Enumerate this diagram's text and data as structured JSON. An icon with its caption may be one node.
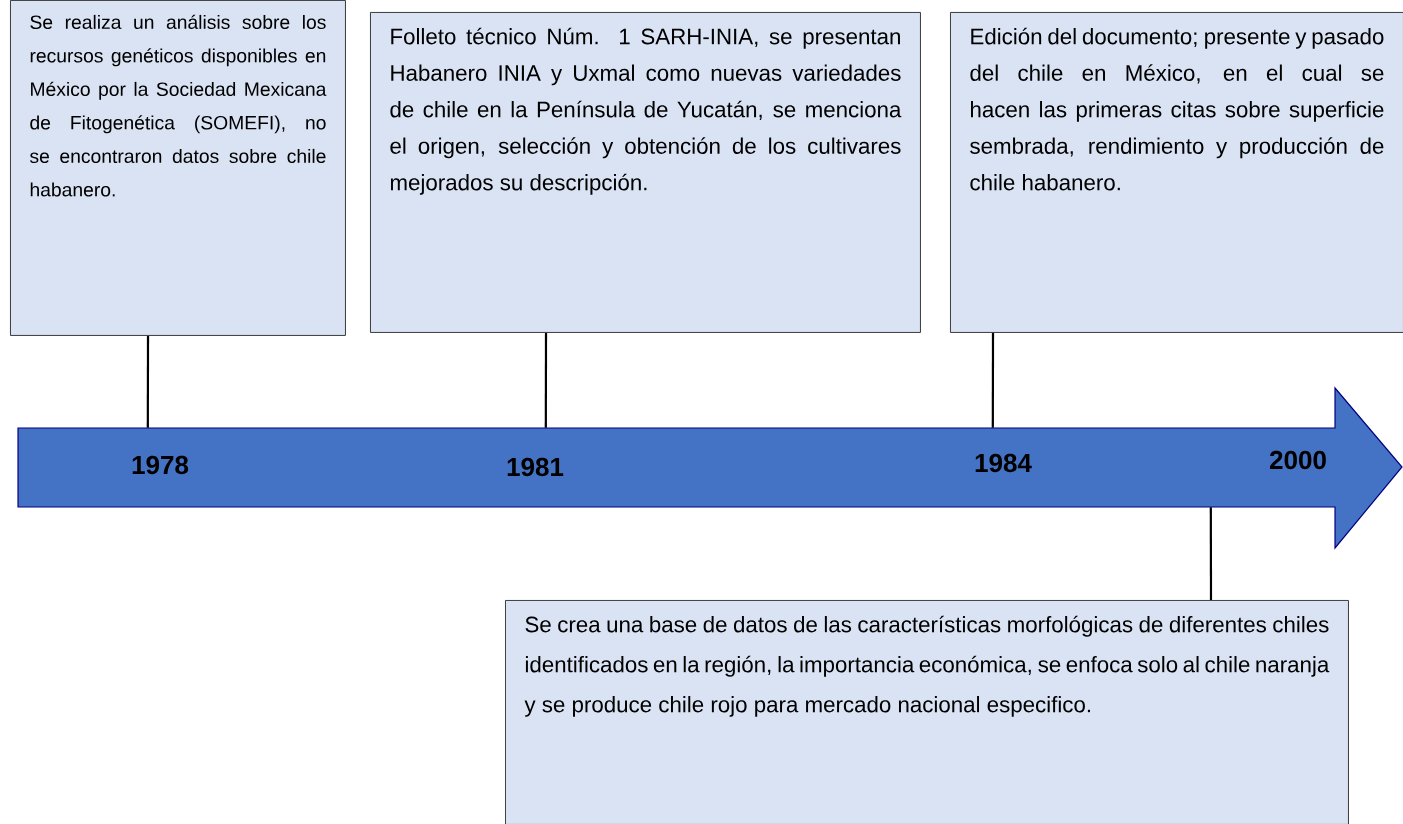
{
  "diagram": {
    "nodes": [
      {
        "text": [],
        "shape": "arrow"
      },
      {
        "text": [
          "Se realiza un análisis sobre los recursos genéticos disponibles en México por la Sociedad Mexicana de Fitogenética (SOMEFI), no se encontraron datos sobre chile habanero."
        ]
      },
      {
        "text": [
          "Folleto técnico Núm. 1 SARH-INIA, se presentan Habanero INIA y Uxmal como nuevas variedades de chile en la Península de Yucatán, se menciona el origen, selección y obtención de los cultivares mejorados su descripción."
        ]
      },
      {
        "text": [
          "Edición del documento; presente y pasado del chile en México, en el cual se hacen las primeras citas sobre superficie sembrada, rendimiento y producción de chile habanero."
        ]
      },
      {
        "text": [
          "Se crea una base de datos de las características morfológicas de diferentes chiles identificados en la región, la importancia económica, se enfoca solo al chile naranja y se produce chile rojo para mercado nacional especifico."
        ]
      }
    ],
    "edges": [
      {
        "from": 1,
        "to": 0,
        "arrow": "none"
      },
      {
        "from": 2,
        "to": 0,
        "arrow": "none"
      },
      {
        "from": 3,
        "to": 0,
        "arrow": "none"
      },
      {
        "from": 4,
        "to": 0,
        "arrow": "none"
      }
    ],
    "labels": [
      "1978",
      "1981",
      "1984",
      "2000"
    ]
  }
}
